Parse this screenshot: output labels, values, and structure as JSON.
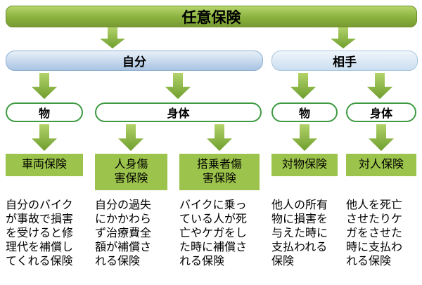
{
  "diagram": {
    "title": "任意保険",
    "groups": [
      {
        "label": "自分"
      },
      {
        "label": "相手"
      }
    ],
    "categories": [
      {
        "label": "物"
      },
      {
        "label": "身体"
      },
      {
        "label": "物"
      },
      {
        "label": "身体"
      }
    ],
    "columns": [
      {
        "label": "車両保険",
        "description": "自分のバイクが事故で損害を受けると修理代を補償してくれる保険"
      },
      {
        "label": "人身傷\n害保険",
        "description": "自分の過失にかかわらず治療費全額が補償される保険"
      },
      {
        "label": "搭乗者傷\n害保険",
        "description": "バイクに乗っている人が死亡やケガをした時に補償される保険"
      },
      {
        "label": "対物保険",
        "description": "他人の所有物に損害を与えた時に支払われる保険"
      },
      {
        "label": "対人保険",
        "description": "他人を死亡させたりケガをさせた時に支払われる保険"
      }
    ],
    "colors": {
      "arrow_green": "#76A83C",
      "box_green": "#9CC34B",
      "title_bar_green": "#86AD3F",
      "self_bar_blue": "#A9C4E2",
      "other_bar_blue": "#CADEF0",
      "pill_border_green": "#3D9A41"
    }
  }
}
